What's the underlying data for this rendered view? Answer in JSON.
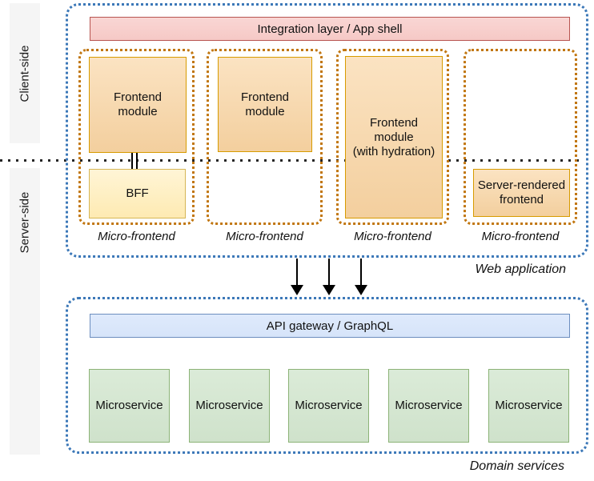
{
  "sides": {
    "client": "Client-side",
    "server": "Server-side"
  },
  "web_application": {
    "caption": "Web application",
    "integration_bar_label": "Integration layer / App shell",
    "micro_frontends": [
      {
        "caption": "Micro-frontend",
        "frontend_module": "Frontend\nmodule",
        "bff": "BFF"
      },
      {
        "caption": "Micro-frontend",
        "frontend_module": "Frontend\nmodule"
      },
      {
        "caption": "Micro-frontend",
        "frontend_module": "Frontend\nmodule\n(with hydration)"
      },
      {
        "caption": "Micro-frontend",
        "server_rendered_frontend": "Server-rendered\nfrontend"
      }
    ]
  },
  "domain_services": {
    "caption": "Domain services",
    "gateway_bar_label": "API gateway / GraphQL",
    "microservices": [
      "Microservice",
      "Microservice",
      "Microservice",
      "Microservice",
      "Microservice"
    ]
  },
  "colors": {
    "integration_fill": "#f8cecc",
    "integration_stroke": "#b85450",
    "module_fill": "#f7d8a9",
    "module_stroke": "#d79b00",
    "bff_fill": "#fff2cc",
    "bff_stroke": "#d6b656",
    "gateway_fill": "#dae8fc",
    "gateway_stroke": "#6c8ebf",
    "microservice_fill": "#d5e8d4",
    "microservice_stroke": "#82b366",
    "micro_frontend_dotted_border": "#c1760f",
    "container_dotted_border": "#3c78b8",
    "side_strip_fill": "#f5f5f5",
    "arrow": "#000000"
  }
}
